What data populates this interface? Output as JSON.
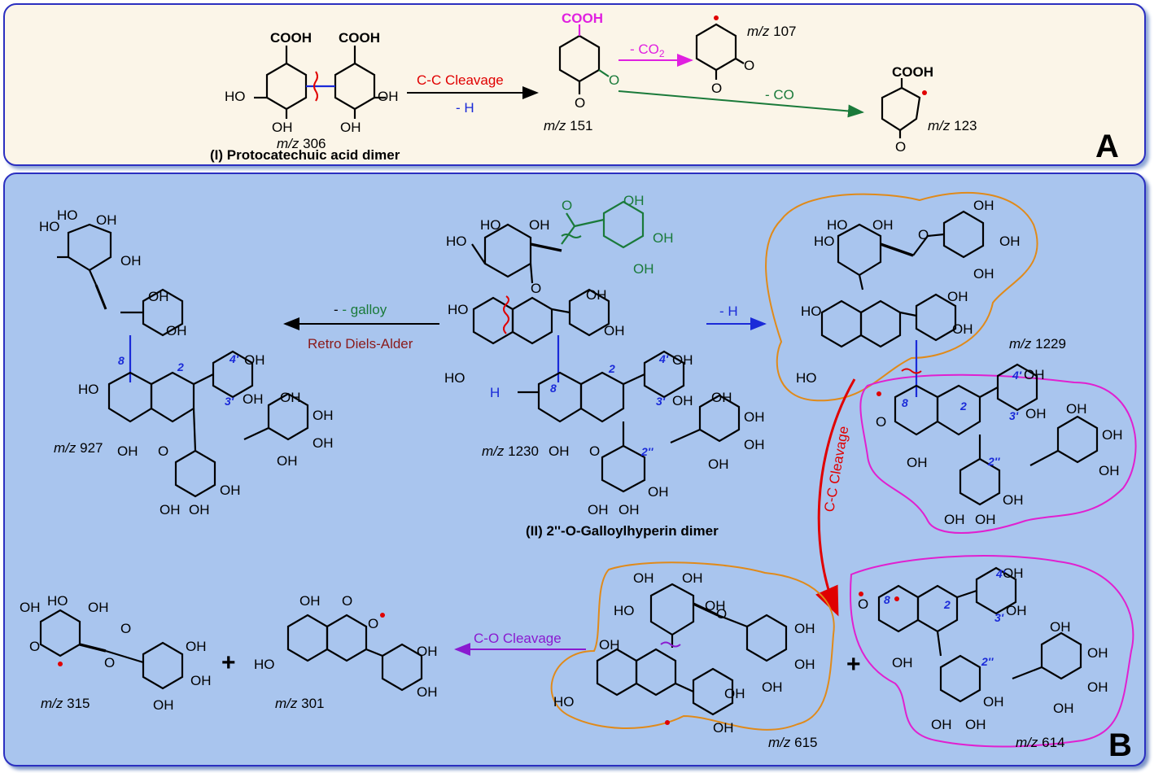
{
  "panel_a": {
    "letter": "A",
    "compound_mz": "306",
    "compound_name": "(I) Protocatechuic acid dimer",
    "cooh": "COOH",
    "fragments": {
      "f151": "151",
      "f107": "107",
      "f123": "123"
    },
    "arrows": {
      "cleavage": "C-C Cleavage",
      "minus_h": "- H",
      "minus_co2": "- CO",
      "co2_sub": "2",
      "minus_co": "- CO"
    }
  },
  "panel_b": {
    "letter": "B",
    "parent_mz": "1230",
    "parent_name": "(II) 2''-O-Galloylhyperin dimer",
    "rda_product_mz": "927",
    "deprot_mz": "1229",
    "arrows": {
      "minus_galloy": "- galloy",
      "rda": "Retro Diels-Alder",
      "minus_h": "- H",
      "cc_cleavage": "C-C Cleavage",
      "co_cleavage": "C-O Cleavage"
    },
    "fragments": {
      "f615": "615",
      "f614": "614",
      "f315": "315",
      "f301": "301"
    },
    "plus": "+"
  },
  "colors": {
    "panel_a_bg": "#fbf5e8",
    "panel_b_bg": "#a9c5ee",
    "border": "#2b2fc0",
    "red": "#e00000",
    "magenta": "#e020e0",
    "green": "#1a7a3a",
    "blue": "#1a2ad8",
    "dark_red": "#8a1a1a",
    "purple": "#8a1ad0",
    "orange_outline": "#e08a1a",
    "pink_outline": "#e020d0"
  }
}
